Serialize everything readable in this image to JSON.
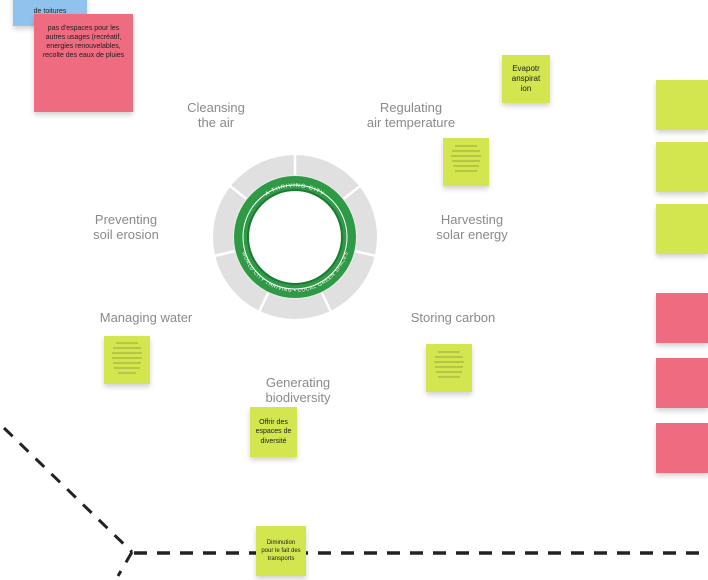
{
  "canvas": {
    "top_note_blue": "de toitures",
    "top_note_pink": "pas d'espaces pour les autres usages (recréatif, energies renouvelables, recolte des eaux de pluies",
    "note_evapo": "Evapotr anspirat ion",
    "note_regulating_detail": "",
    "note_water_detail": "",
    "note_carbon_detail": "",
    "note_biodiv": "Offrir des espaces de diversité",
    "note_transport": "Diminution pour le fait des transports"
  },
  "labels": {
    "cleansing": "Cleansing\nthe air",
    "regulating": "Regulating\nair temperature",
    "harvesting": "Harvesting\nsolar energy",
    "storing": "Storing carbon",
    "generating": "Generating\nbiodiversity",
    "managing": "Managing water",
    "preventing": "Preventing\nsoil erosion"
  },
  "wheel": {
    "title_top": "A THRIVING CITY",
    "title_bottom": "WORLD CITY THRIVING • LOCAL GREEN SPACES"
  },
  "colors": {
    "sticky_lime": "#d3e54f",
    "sticky_pink": "#ee6b80",
    "sticky_blue": "#8fc3ee",
    "ring_green": "#2e9a45",
    "wheel_grey": "#d9d9d9"
  }
}
